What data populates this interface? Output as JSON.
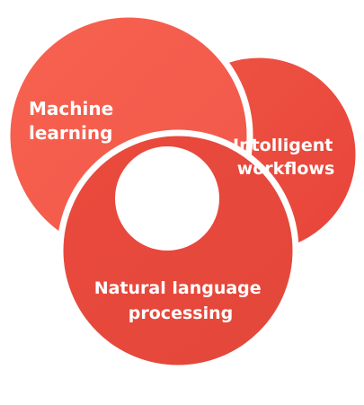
{
  "diagram": {
    "segments": [
      {
        "id": "machine-learning",
        "lines": [
          "Machine",
          "learning"
        ],
        "color": "#F25A4A"
      },
      {
        "id": "intelligent-workflows",
        "lines": [
          "Intolligent",
          "workflows"
        ],
        "color": "#EC4B3D"
      },
      {
        "id": "natural-language-processing",
        "lines": [
          "Natural language",
          "processing"
        ],
        "color": "#E9473A"
      }
    ]
  }
}
